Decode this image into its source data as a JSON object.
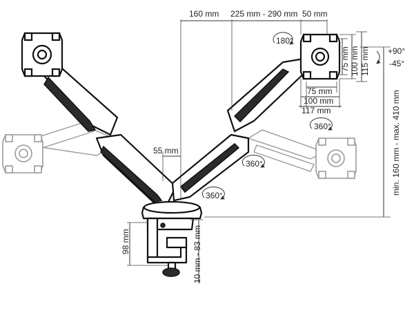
{
  "dimensions": {
    "arm_length_1": "160 mm",
    "arm_length_2": "225 mm - 290 mm",
    "plate_offset": "50 mm",
    "pole_gap": "55 mm",
    "height_range": "min. 160 mm - max. 410 mm",
    "vesa_75_h": "75 mm",
    "vesa_100_h": "100 mm",
    "vesa_75_v": "75 mm",
    "vesa_100_v": "100 mm",
    "plate_117": "117 mm",
    "plate_115": "115 mm",
    "base_height": "98 mm",
    "clamp_range": "10 mm - 83 mm"
  },
  "rotations": {
    "rot_180": "180°",
    "rot_360_right": "360°",
    "rot_360_mid": "360°",
    "rot_360_base": "360°"
  },
  "tilt": {
    "up": "+90°",
    "down": "-45°"
  },
  "icons": [
    "vesa-plate-icon",
    "rotation-arrow-icon",
    "clamp-icon",
    "gas-spring-arm-icon"
  ]
}
